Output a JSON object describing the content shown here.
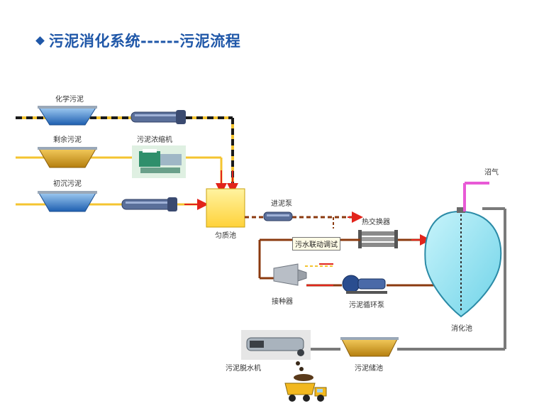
{
  "title": "污泥消化系统------污泥流程",
  "labels": {
    "chemical_sludge": "化学污泥",
    "excess_sludge": "剩余污泥",
    "primary_sludge": "初沉污泥",
    "thickener": "污泥浓缩机",
    "homogenizer": "匀质池",
    "feed_pump": "进泥泵",
    "heat_exchanger": "热交换器",
    "linkage_note": "污水联动调试",
    "inoculator": "接种器",
    "circulation_pump": "污泥循环泵",
    "digester": "消化池",
    "biogas": "沼气",
    "dewatering_machine": "污泥脱水机",
    "storage_tank": "污泥储池"
  },
  "colors": {
    "title": "#1f57a8",
    "pipe_yellow": "#f4c430",
    "pipe_brown": "#8b3a0f",
    "pipe_gray": "#7a7a7a",
    "biogas_pipe": "#e85ad6",
    "arrow_red": "#e2241b",
    "tank_blue": "#4a8fd6",
    "tank_gold": "#d9a520",
    "digester_fill": "#9ee6f2"
  }
}
